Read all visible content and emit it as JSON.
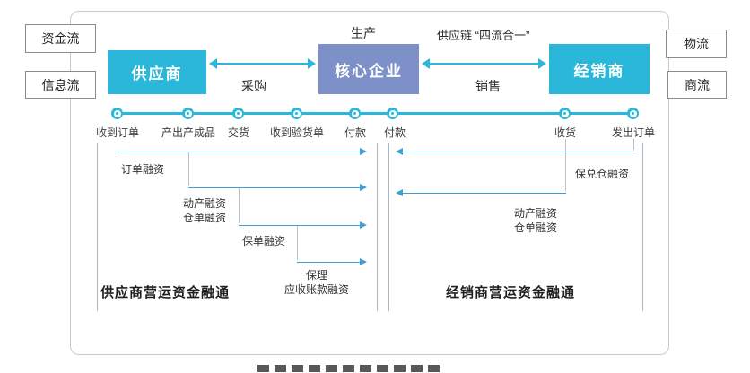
{
  "colors": {
    "accent_cyan": "#2ab7d9",
    "core_blue": "#7d90c8",
    "financing_arrow_blue": "#3f9fd0"
  },
  "corner_labels": {
    "capital_flow": "资金流",
    "information_flow": "信息流",
    "logistics": "物流",
    "commerce": "商流"
  },
  "entities": {
    "supplier": "供应商",
    "core_enterprise": "核心企业",
    "distributor": "经销商"
  },
  "flow_labels": {
    "production": "生产",
    "slogan": "供应链 “四流合一”",
    "procurement": "采购",
    "sales": "销售"
  },
  "timeline": {
    "labels": [
      "收到订单",
      "产出产成品",
      "交货",
      "收到验货单",
      "付款",
      "付款",
      "收货",
      "发出订单"
    ]
  },
  "left_financing": {
    "title": "供应商营运资金融通",
    "order_financing": "订单融资",
    "chattel_financing": "动产融资",
    "warehouse_receipt_financing": "仓单融资",
    "policy_financing": "保单融资",
    "factoring": "保理",
    "receivables_financing": "应收账款融资"
  },
  "right_financing": {
    "title": "经销商营运资金融通",
    "confirmed_warehouse_financing": "保兑仓融资",
    "chattel_financing": "动产融资",
    "warehouse_receipt_financing": "仓单融资"
  }
}
